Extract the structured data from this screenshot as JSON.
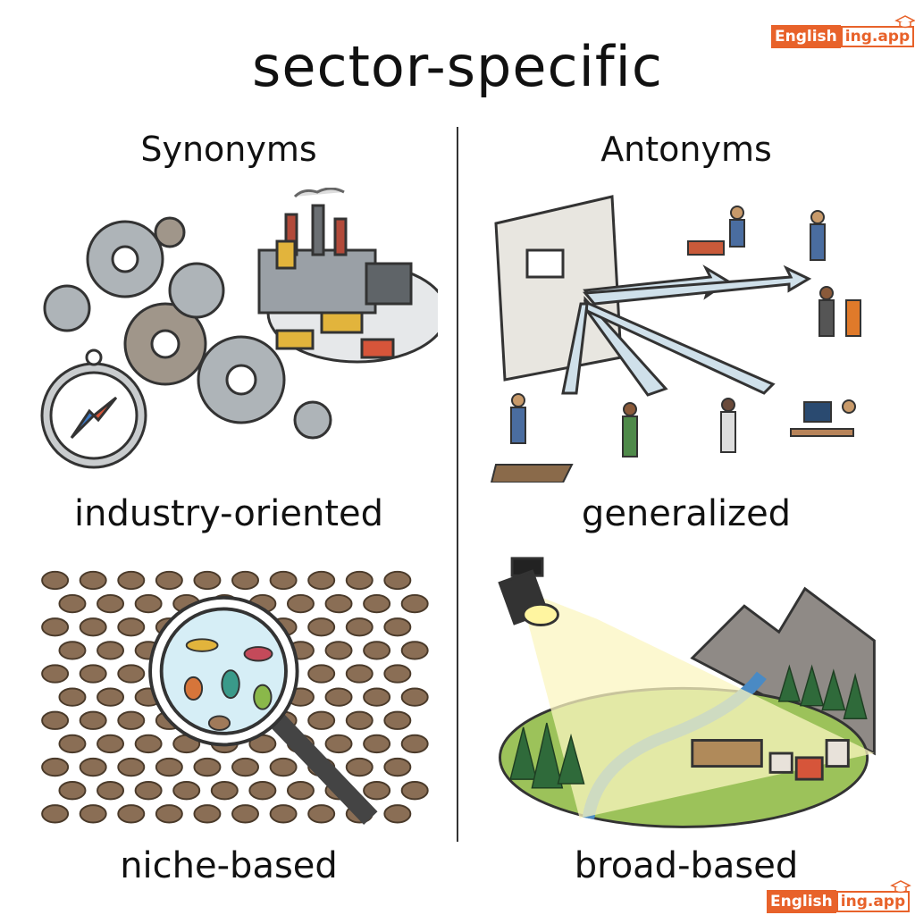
{
  "title": "sector-specific",
  "synonyms": {
    "heading": "Synonyms",
    "items": [
      {
        "label": "industry-oriented",
        "icon": "gears-factory-compass-illustration"
      },
      {
        "label": "niche-based",
        "icon": "magnifier-over-pebbles-illustration"
      }
    ]
  },
  "antonyms": {
    "heading": "Antonyms",
    "items": [
      {
        "label": "generalized",
        "icon": "book-arrows-workers-illustration"
      },
      {
        "label": "broad-based",
        "icon": "spotlight-landscape-illustration"
      }
    ]
  },
  "watermark": {
    "part1": "English",
    "part2": "ing.app"
  },
  "colors": {
    "brand": "#e8622a",
    "text": "#111111"
  }
}
